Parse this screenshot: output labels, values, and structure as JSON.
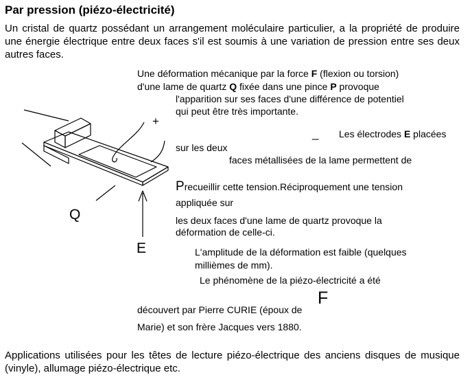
{
  "title": "Par pression (piézo-électricité)",
  "intro": "Un cristal de quartz possédant un arrangement moléculaire particulier, a la propriété de produire une énergie électrique entre deux faces s'il est soumis à une variation de pression entre ses deux autres faces.",
  "desc": {
    "l1": "Une déformation mécanique par la force ",
    "F": "F",
    "l1b": " (flexion ou torsion)",
    "l2a": "d'une lame de quartz ",
    "Q": "Q",
    "l2b": " fixée dans une pince ",
    "P": "P",
    "l2c": " provoque",
    "l3": "l'apparition sur ses faces d'une différence de potentiel",
    "l4": "qui peut être très importante.",
    "l5a": "Les électrodes ",
    "E": "E",
    "l5b": " placées",
    "l6": "sur les deux",
    "l7": "faces métallisées de la lame permettent de",
    "l8big": "P",
    "l8": "recueillir cette tension.Réciproquement une tension",
    "l9": "appliquée sur",
    "l10": "les deux faces d'une lame de quartz provoque la",
    "l11": "déformation de celle-ci.",
    "l12": "L'amplitude de la déformation est faible (quelques",
    "l13": "millièmes de mm).",
    "l14": "Le phénomène de la piézo-électricité a été",
    "bigF": "F",
    "l15": "découvert par Pierre CURIE (époux de",
    "l16": "Marie) et son frère Jacques vers 1880."
  },
  "diagram": {
    "plus": "+",
    "minus": "_",
    "Q": "Q",
    "E": "E"
  },
  "apps": "Applications utilisées pour les têtes de lecture piézo-électrique des anciens disques de musique (vinyle), allumage piézo-électrique etc."
}
